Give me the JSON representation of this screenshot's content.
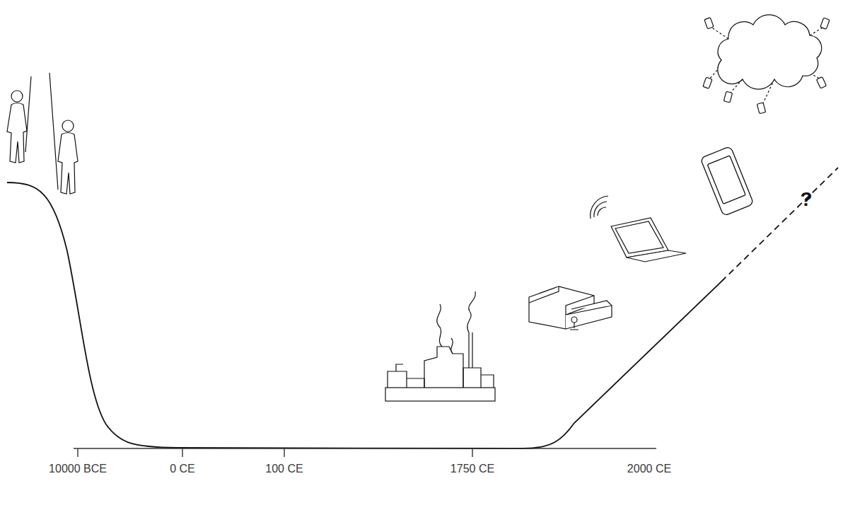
{
  "diagram": {
    "labels": [
      "10000 BCE",
      "0 CE",
      "100 CE",
      "1750 CE",
      "2000 CE",
      "?"
    ]
  }
}
